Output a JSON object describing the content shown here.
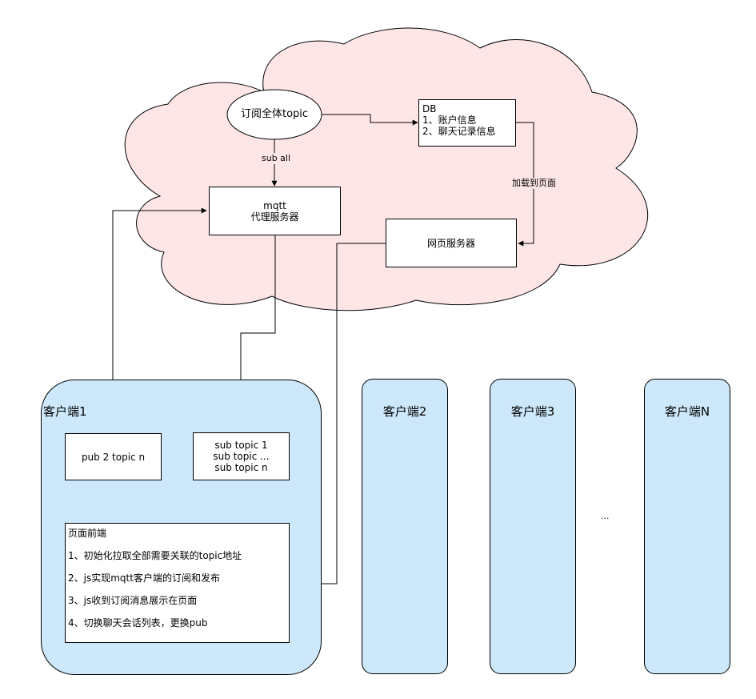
{
  "subscriber_node": {
    "label": "订阅全体topic"
  },
  "db_box": {
    "lines": [
      "DB",
      "1、账户信息",
      "2、聊天记录信息"
    ]
  },
  "mqtt_box": {
    "lines": [
      "mqtt",
      "代理服务器"
    ]
  },
  "web_server_box": {
    "label": "网页服务器"
  },
  "edge_labels": {
    "sub_all": "sub all",
    "load_to_page": "加载到页面"
  },
  "clients": [
    {
      "title": "客户端1"
    },
    {
      "title": "客户端2"
    },
    {
      "title": "客户端3"
    },
    {
      "title": "客户端N"
    }
  ],
  "pub_box": {
    "label": "pub 2 topic n"
  },
  "sub_box": {
    "lines": [
      "sub topic 1",
      "sub topic ...",
      "sub topic n"
    ]
  },
  "frontend_box": {
    "title": "页面前端",
    "items": [
      "1、初始化拉取全部需要关联的topic地址",
      "2、js实现mqtt客户端的订阅和发布",
      "3、js收到订阅消息展示在页面",
      "4、切换聊天会话列表，更换pub"
    ]
  },
  "ellipsis": "...",
  "colors": {
    "cloud_fill": "#ffe6e6",
    "client_fill": "#cce8fa",
    "stroke": "#000000"
  }
}
